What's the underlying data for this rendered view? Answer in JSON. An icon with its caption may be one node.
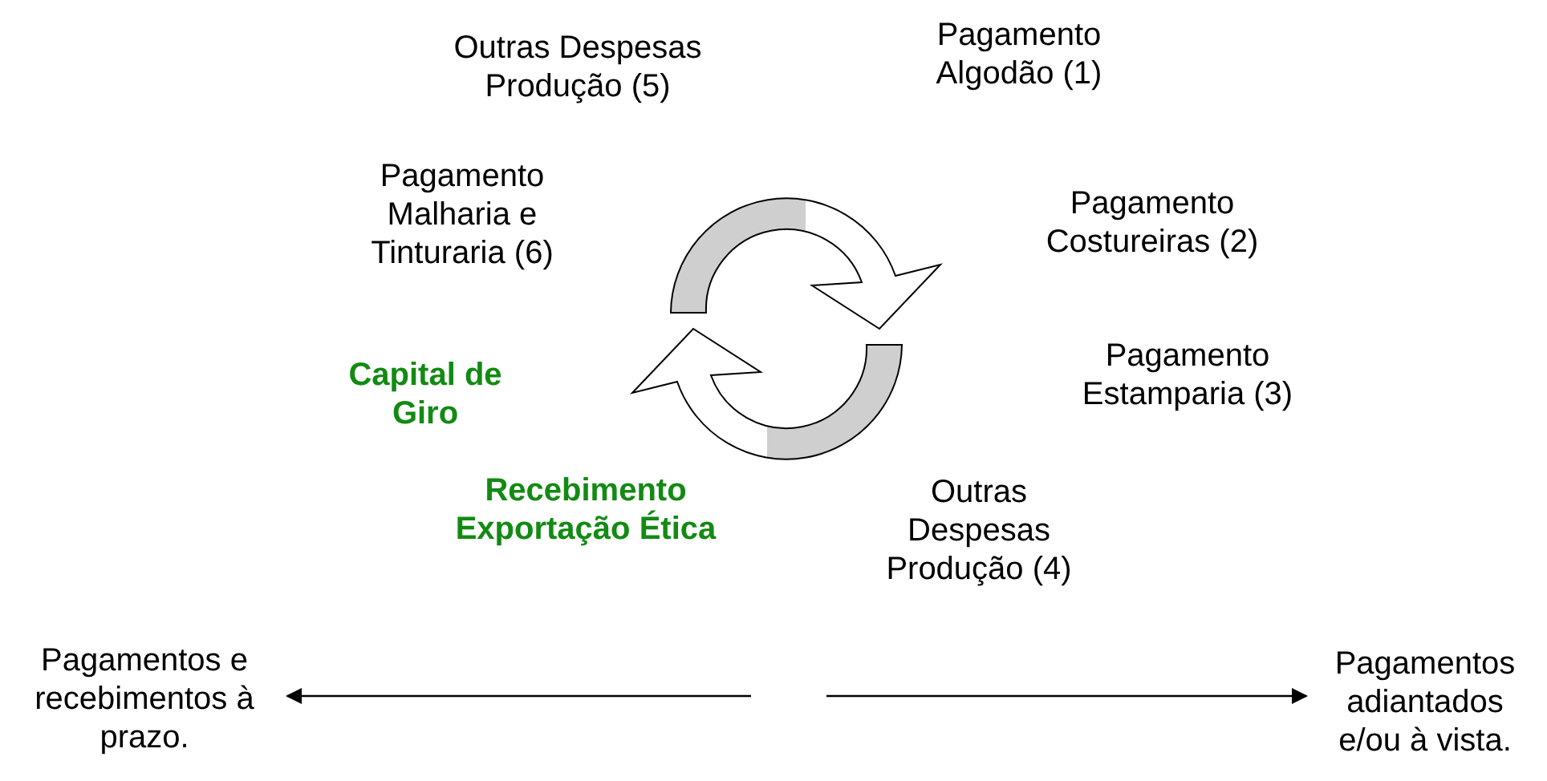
{
  "diagram": {
    "nodes": [
      {
        "text": [
          "Pagamentos e recebimentos à prazo."
        ]
      },
      {
        "text": [
          "Pagamentos adiantados e/ou à vista."
        ]
      }
    ],
    "edges": [
      {
        "from": null,
        "to": 0,
        "arrow": "to"
      },
      {
        "from": null,
        "to": 1,
        "arrow": "to"
      }
    ],
    "labels": [
      "Outras Despesas Produção (5)",
      "Pagamento Algodão (1)",
      "Pagamento Malharia e Tinturaria (6)",
      "Pagamento Costureiras (2)",
      "Capital de Giro",
      "Pagamento Estamparia (3)",
      "Recebimento Exportação Ética",
      "Outras Despesas Produção (4)"
    ]
  }
}
